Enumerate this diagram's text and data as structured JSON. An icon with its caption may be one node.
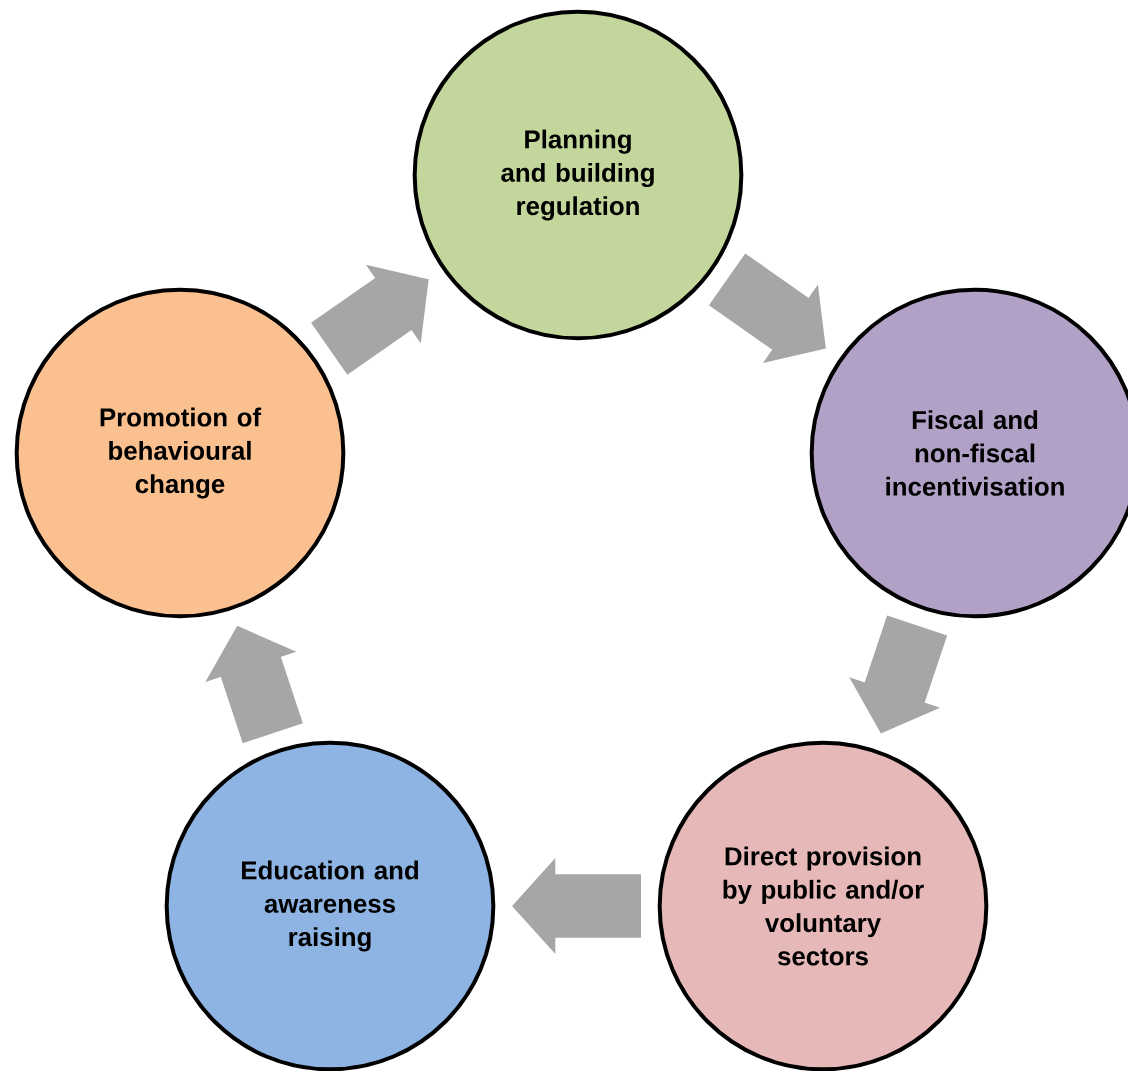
{
  "diagram": {
    "nodes": [
      {
        "text": [
          "Planning and building regulation"
        ]
      },
      {
        "text": [
          "Fiscal and non-fiscal incentivisation"
        ]
      },
      {
        "text": [
          "Direct provision by public and/or voluntary sectors"
        ]
      },
      {
        "text": [
          "Education and awareness raising"
        ]
      },
      {
        "text": [
          "Promotion of behavioural change"
        ]
      }
    ],
    "edges": [
      {
        "from": 0,
        "to": 1,
        "arrow": "to"
      },
      {
        "from": 1,
        "to": 2,
        "arrow": "to"
      },
      {
        "from": 2,
        "to": 3,
        "arrow": "to"
      },
      {
        "from": 3,
        "to": 4,
        "arrow": "to"
      },
      {
        "from": 4,
        "to": 0,
        "arrow": "to"
      }
    ]
  }
}
